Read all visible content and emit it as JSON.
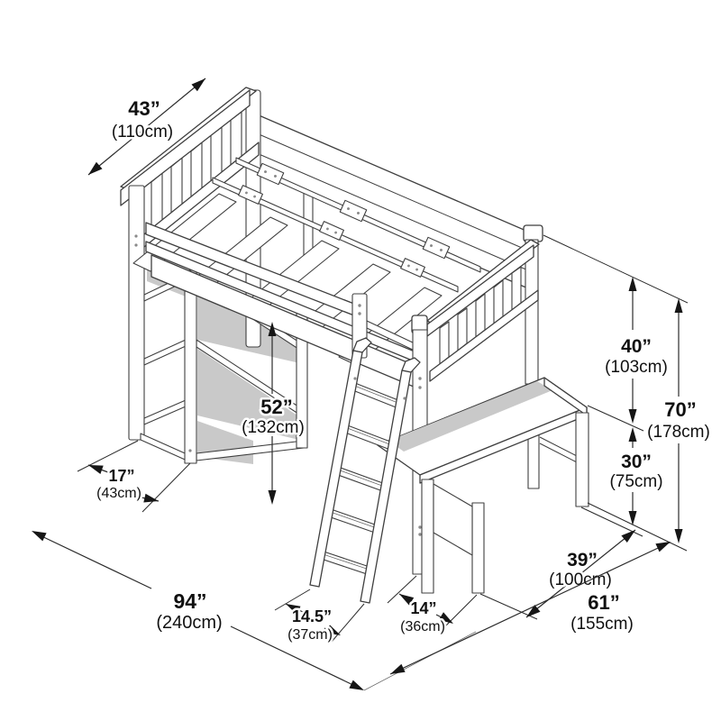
{
  "diagram": {
    "subject": "loft-bed-with-desk-bookcase-and-ladder-dimension-drawing",
    "units": [
      "inches",
      "centimeters"
    ]
  },
  "colors": {
    "outline": "#3f3f3f",
    "shadow": "#c9c9c9",
    "dimension_text": "#101010",
    "background": "#ffffff"
  },
  "dimensions": {
    "bed_width": {
      "in": "43”",
      "cm": "(110cm)"
    },
    "clearance": {
      "in": "52”",
      "cm": "(132cm)"
    },
    "shelf_depth": {
      "in": "17”",
      "cm": "(43cm)"
    },
    "total_length": {
      "in": "94”",
      "cm": "(240cm)"
    },
    "ladder_depth": {
      "in": "14.5”",
      "cm": "(37cm)"
    },
    "desk_gap": {
      "in": "14”",
      "cm": "(36cm)"
    },
    "desk_length": {
      "in": "39”",
      "cm": "(100cm)"
    },
    "total_depth": {
      "in": "61”",
      "cm": "(155cm)"
    },
    "upper_height": {
      "in": "40”",
      "cm": "(103cm)"
    },
    "desk_height": {
      "in": "30”",
      "cm": "(75cm)"
    },
    "total_height": {
      "in": "70”",
      "cm": "(178cm)"
    }
  }
}
